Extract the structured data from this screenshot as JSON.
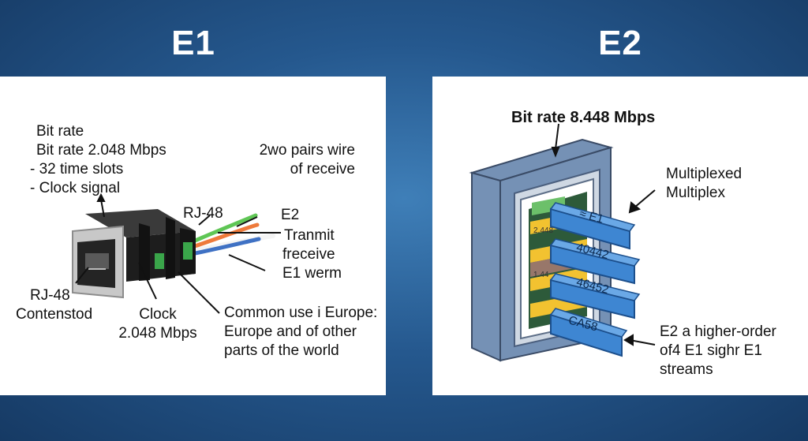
{
  "left": {
    "title": "E1",
    "spec_lines": [
      "Bit rate",
      "Bit rate 2.048 Mbps",
      "- 32 time slots",
      "- Clock signal"
    ],
    "wire_label": [
      "2wo pairs wire",
      "of receive"
    ],
    "connector_label": "RJ-48",
    "wire_codes": [
      "E2",
      "Tranmit",
      "freceive",
      "E1 werm"
    ],
    "rj48_label": [
      "RJ-48",
      "Contenstod"
    ],
    "clock_label": [
      "Clock",
      "2.048 Mbps"
    ],
    "usage_label": [
      "Common use i Europe:",
      "Europe and of other",
      "parts of the world"
    ],
    "wire_colors": [
      "#5fc655",
      "#ee7a3b",
      "#3f71c4"
    ]
  },
  "right": {
    "title": "E2",
    "bit_rate": "Bit rate 8.448 Mbps",
    "mux_label": [
      "Multiplexed",
      "Multiplex"
    ],
    "streams": [
      "≈ E1",
      "40442",
      "46452",
      "CA58"
    ],
    "inner_codes": [
      "2.448",
      "1.44"
    ],
    "desc_label": [
      "E2 a higher-order",
      "of4 E1 sighr E1",
      "streams"
    ],
    "colors": {
      "housing": "#7591b5",
      "stream": "#3e86d2",
      "accent": "#f2c230"
    }
  }
}
